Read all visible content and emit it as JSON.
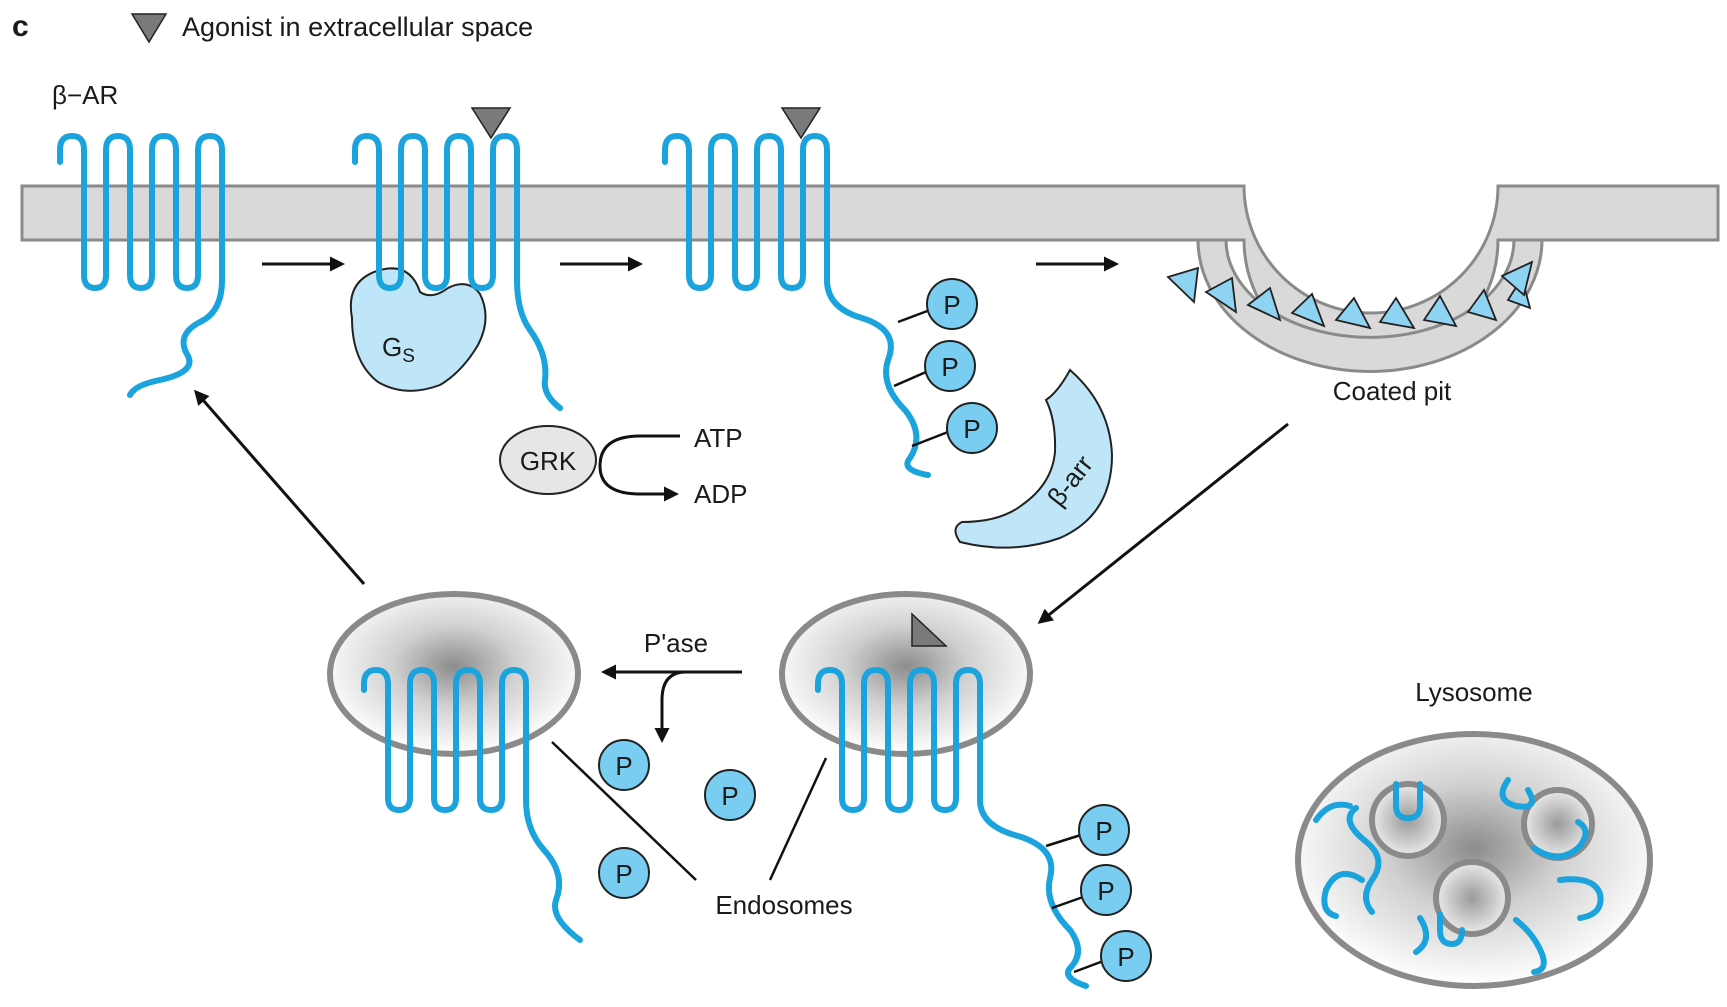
{
  "panel_letter": "c",
  "legend": {
    "text": "Agonist in extracellular space",
    "icon": "agonist-triangle-icon"
  },
  "labels": {
    "beta_ar": "β−AR",
    "gs": "G",
    "gs_sub": "S",
    "grk": "GRK",
    "atp": "ATP",
    "adp": "ADP",
    "p": "P",
    "beta_arr": "β-arr",
    "coated_pit": "Coated pit",
    "pase": "P'ase",
    "endosomes": "Endosomes",
    "lysosome": "Lysosome"
  },
  "colors": {
    "receptor": "#1aa3dc",
    "membrane_fill": "#d9d9d9",
    "membrane_edge": "#8a8a8a",
    "protein_fill": "#bfe6f8",
    "phosphate_fill": "#79cdf0",
    "agonist": "#7a7a7a",
    "coat": "#8fd3f2",
    "grk_fill": "#e6e6e6"
  }
}
